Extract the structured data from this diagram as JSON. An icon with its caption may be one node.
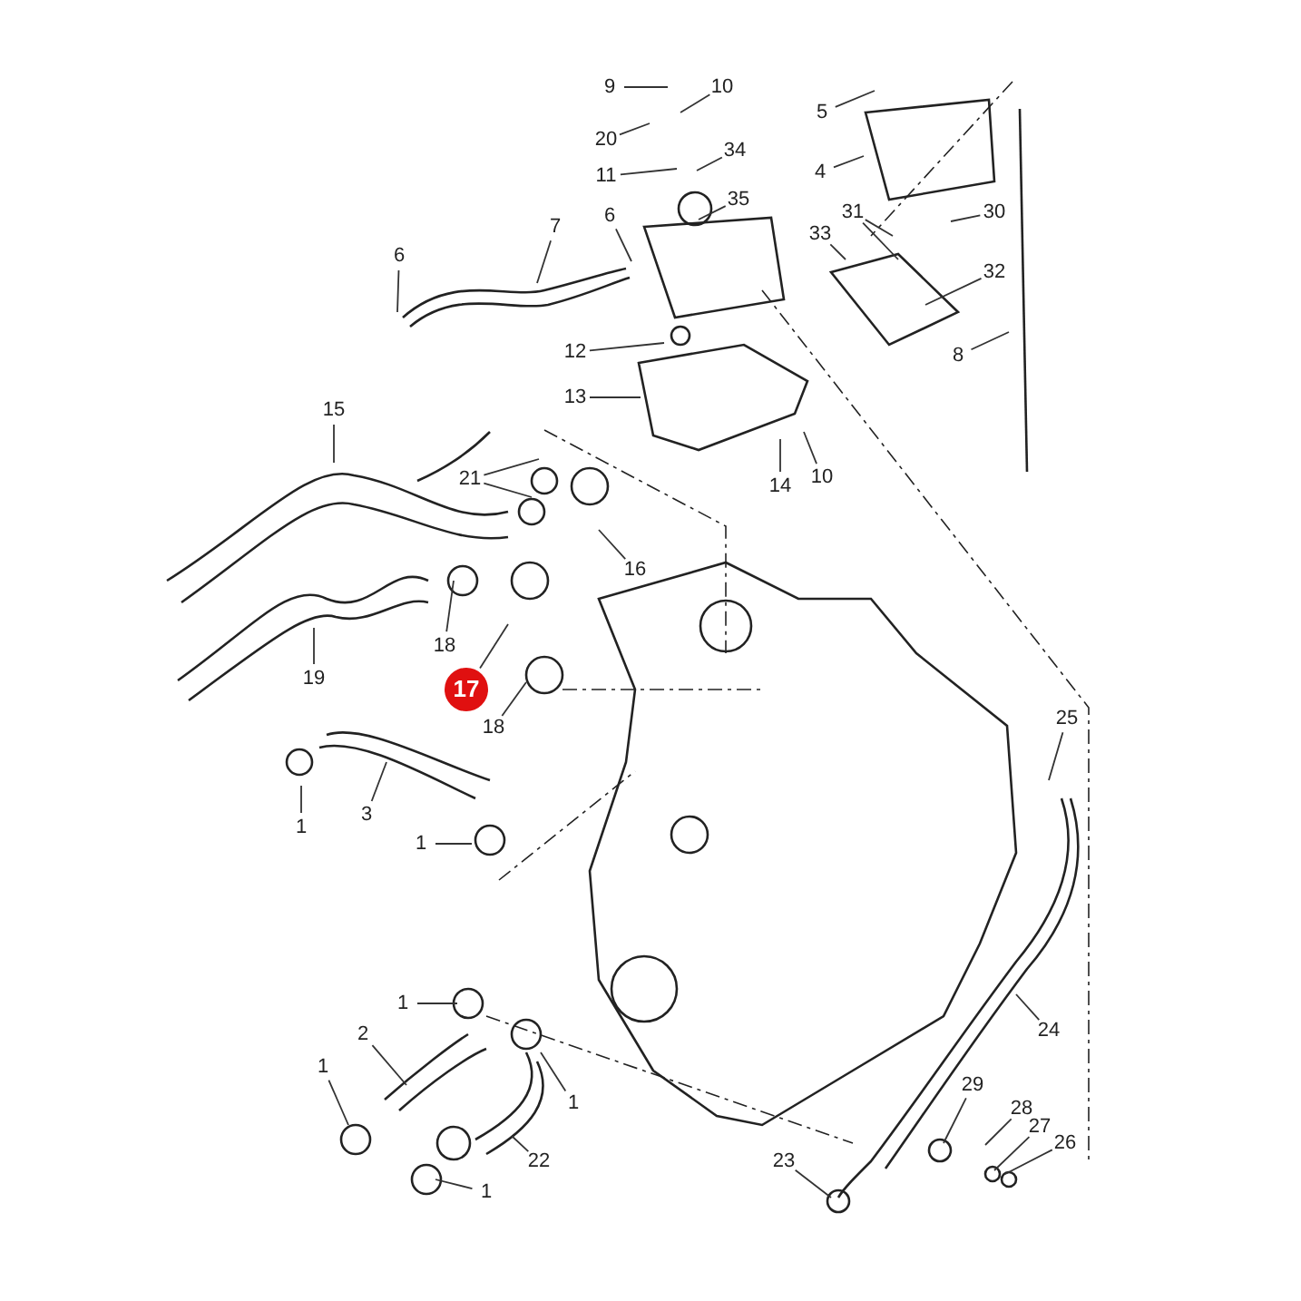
{
  "diagram": {
    "nodes": [
      {
        "text": [
          "9"
        ]
      },
      {
        "text": [
          "10"
        ]
      },
      {
        "text": [
          "20"
        ]
      },
      {
        "text": [
          "34"
        ]
      },
      {
        "text": [
          "11"
        ]
      },
      {
        "text": [
          "35"
        ]
      },
      {
        "text": [
          "5"
        ]
      },
      {
        "text": [
          "4"
        ]
      },
      {
        "text": [
          "7"
        ]
      },
      {
        "text": [
          "6"
        ]
      },
      {
        "text": [
          "6"
        ]
      },
      {
        "text": [
          "31"
        ]
      },
      {
        "text": [
          "30"
        ]
      },
      {
        "text": [
          "33"
        ]
      },
      {
        "text": [
          "32"
        ]
      },
      {
        "text": [
          "12"
        ]
      },
      {
        "text": [
          "8"
        ]
      },
      {
        "text": [
          "13"
        ]
      },
      {
        "text": [
          "14"
        ]
      },
      {
        "text": [
          "10"
        ]
      },
      {
        "text": [
          "15"
        ]
      },
      {
        "text": [
          "21"
        ]
      },
      {
        "text": [
          "16"
        ]
      },
      {
        "text": [
          "18"
        ]
      },
      {
        "text": [
          "17"
        ]
      },
      {
        "text": [
          "18"
        ]
      },
      {
        "text": [
          "19"
        ]
      },
      {
        "text": [
          "3"
        ]
      },
      {
        "text": [
          "1"
        ]
      },
      {
        "text": [
          "1"
        ]
      },
      {
        "text": [
          "25"
        ]
      },
      {
        "text": [
          "24"
        ]
      },
      {
        "text": [
          "1"
        ]
      },
      {
        "text": [
          "2"
        ]
      },
      {
        "text": [
          "1"
        ]
      },
      {
        "text": [
          "1"
        ]
      },
      {
        "text": [
          "22"
        ]
      },
      {
        "text": [
          "1"
        ]
      },
      {
        "text": [
          "23"
        ]
      },
      {
        "text": [
          "29"
        ]
      },
      {
        "text": [
          "28"
        ]
      },
      {
        "text": [
          "27"
        ]
      },
      {
        "text": [
          "26"
        ]
      }
    ],
    "edges": [
      {
        "from": 0,
        "to": null,
        "arrow": "none"
      },
      {
        "from": 1,
        "to": null,
        "arrow": "none"
      },
      {
        "from": 2,
        "to": null,
        "arrow": "none"
      },
      {
        "from": 3,
        "to": null,
        "arrow": "none"
      },
      {
        "from": 4,
        "to": null,
        "arrow": "none"
      },
      {
        "from": 5,
        "to": null,
        "arrow": "none"
      },
      {
        "from": 6,
        "to": null,
        "arrow": "none"
      },
      {
        "from": 7,
        "to": null,
        "arrow": "none"
      },
      {
        "from": 8,
        "to": null,
        "arrow": "none"
      },
      {
        "from": 9,
        "to": null,
        "arrow": "none"
      },
      {
        "from": 10,
        "to": null,
        "arrow": "none"
      },
      {
        "from": 11,
        "to": null,
        "arrow": "none"
      },
      {
        "from": 11,
        "to": null,
        "arrow": "none"
      },
      {
        "from": 12,
        "to": null,
        "arrow": "none"
      },
      {
        "from": 13,
        "to": null,
        "arrow": "none"
      },
      {
        "from": 14,
        "to": null,
        "arrow": "none"
      },
      {
        "from": 15,
        "to": null,
        "arrow": "none"
      },
      {
        "from": 16,
        "to": null,
        "arrow": "none"
      },
      {
        "from": 17,
        "to": null,
        "arrow": "none"
      },
      {
        "from": 18,
        "to": null,
        "arrow": "none"
      },
      {
        "from": 19,
        "to": null,
        "arrow": "none"
      },
      {
        "from": 20,
        "to": null,
        "arrow": "none"
      },
      {
        "from": 21,
        "to": null,
        "arrow": "none"
      },
      {
        "from": 21,
        "to": null,
        "arrow": "none"
      },
      {
        "from": 22,
        "to": null,
        "arrow": "none"
      },
      {
        "from": 23,
        "to": null,
        "arrow": "none"
      },
      {
        "from": 24,
        "to": null,
        "arrow": "none"
      },
      {
        "from": 25,
        "to": null,
        "arrow": "none"
      },
      {
        "from": 26,
        "to": null,
        "arrow": "none"
      },
      {
        "from": 27,
        "to": null,
        "arrow": "none"
      },
      {
        "from": 28,
        "to": null,
        "arrow": "none"
      },
      {
        "from": 29,
        "to": null,
        "arrow": "none"
      },
      {
        "from": 30,
        "to": null,
        "arrow": "none"
      },
      {
        "from": 31,
        "to": null,
        "arrow": "none"
      },
      {
        "from": 32,
        "to": null,
        "arrow": "none"
      },
      {
        "from": 33,
        "to": null,
        "arrow": "none"
      },
      {
        "from": 34,
        "to": null,
        "arrow": "none"
      },
      {
        "from": 35,
        "to": null,
        "arrow": "none"
      },
      {
        "from": 36,
        "to": null,
        "arrow": "none"
      },
      {
        "from": 37,
        "to": null,
        "arrow": "none"
      },
      {
        "from": 38,
        "to": null,
        "arrow": "none"
      },
      {
        "from": 39,
        "to": null,
        "arrow": "none"
      },
      {
        "from": 40,
        "to": null,
        "arrow": "none"
      },
      {
        "from": 41,
        "to": null,
        "arrow": "none"
      },
      {
        "from": 42,
        "to": null,
        "arrow": "none"
      }
    ]
  }
}
